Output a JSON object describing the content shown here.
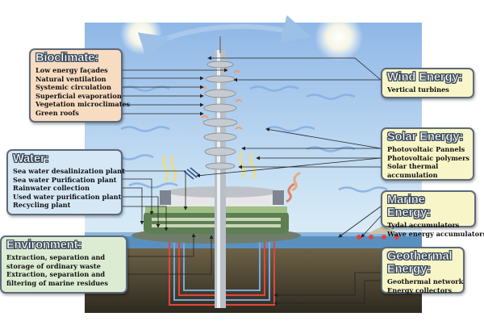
{
  "panels": {
    "bioclimate": {
      "title": "Bioclimate:",
      "items": [
        "Low energy façades",
        "Natural ventilation",
        "Systemic circulation",
        "Superficial evaporation",
        "Vegetation microclimates",
        "Green roofs"
      ]
    },
    "water": {
      "title": "Water:",
      "items": [
        "Sea water desalinization plant",
        "Sea water Purification plant",
        "Rainwater collection",
        "Used water purification plant",
        "Recycling plant"
      ]
    },
    "environment": {
      "title": "Environment:",
      "items": [
        "Extraction, separation and storage of ordinary waste",
        "Extraction, separation and filtering of marine residues"
      ]
    },
    "wind": {
      "title": "Wind Energy:",
      "items": [
        "Vertical turbines"
      ]
    },
    "solar": {
      "title": "Solar Energy:",
      "items": [
        "Photovoltaic Pannels",
        "Photovoltaic polymers",
        "Solar thermal accumulation"
      ]
    },
    "marine": {
      "title": "Marine Energy:",
      "items": [
        "Tydal accumulators",
        "Wave energy accumulators"
      ]
    },
    "geothermal": {
      "title": "Geothermal Energy:",
      "items": [
        "Geothermal network",
        "Energy collectors"
      ]
    }
  },
  "colors": {
    "sky_top": "#8fb7e6",
    "sky_bottom": "#d8ecf7",
    "sea": "#5a90c0",
    "ground": "#3f3a2c",
    "bioclimate_fill": "#f7dcc2",
    "water_fill": "#d6e8f6",
    "environment_fill": "#dcecd2",
    "energy_fill": "#f8f6c8",
    "connector": "#222222"
  }
}
